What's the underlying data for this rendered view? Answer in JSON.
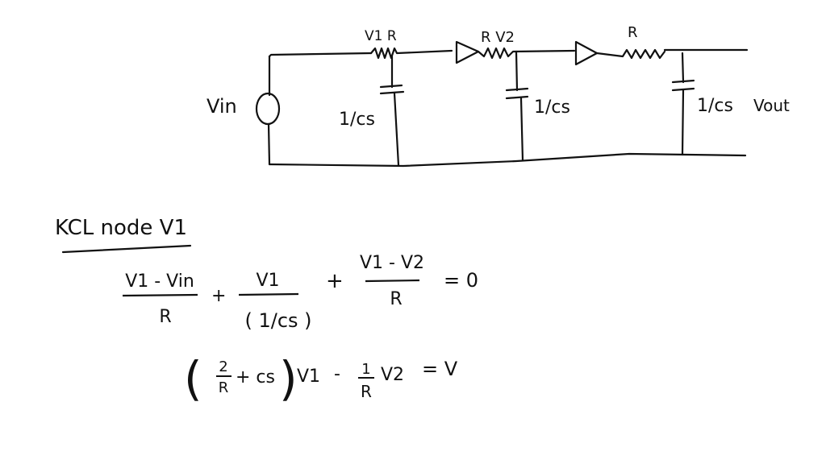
{
  "circuit": {
    "labels": {
      "source": "Vin",
      "node1_top": "V1 R",
      "node2_top": "R  V2",
      "r3": "R",
      "c1": "1/cs",
      "c2": "1/cs",
      "c3": "1/cs",
      "output": "Vout"
    }
  },
  "notes": {
    "heading": "KCL  node V1",
    "eq1": {
      "t1_num": "V1 - Vin",
      "t1_den": "R",
      "plus1": "+",
      "t2_num": "V1",
      "t2_den": "( 1/cs )",
      "plus2": "+",
      "t3_num": "V1 - V2",
      "t3_den": "R",
      "rhs": "= 0"
    },
    "eq2": {
      "lparen": "(",
      "two": "2",
      "r_den": "R",
      "plus_cs": "+ cs",
      "rparen": ")",
      "v1": "V1",
      "minus": "-",
      "one": "1",
      "r_den2": "R",
      "v2": "V2",
      "rhs": "= V"
    }
  }
}
